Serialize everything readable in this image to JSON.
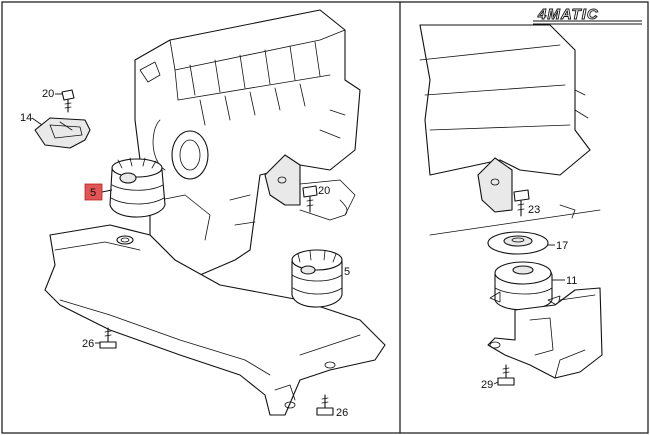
{
  "brand": {
    "model_badge": "4MATIC",
    "accent_color": "#cc0000"
  },
  "callouts": {
    "part_20_left": "20",
    "part_14": "14",
    "part_5_highlight": "5",
    "part_20_center": "20",
    "part_5_center": "5",
    "part_26_left": "26",
    "part_26_bottom": "26",
    "part_23": "23",
    "part_17": "17",
    "part_11": "11",
    "part_29": "29"
  },
  "highlight_color": "#e05555"
}
